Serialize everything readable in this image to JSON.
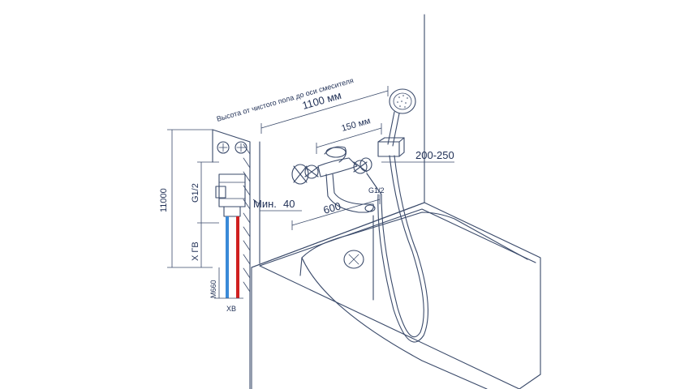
{
  "labels": {
    "height_caption": "Высота от чистого пола до оси смесителя",
    "height_value": "1100 мм",
    "spout_spacing": "150 мм",
    "holder_offset": "200-250",
    "side_height": "11000",
    "thread_left": "G1/2",
    "thread_right": "G1/2",
    "min_label": "Мин.",
    "min_value": "40",
    "spout_length": "600",
    "hot_water": "Х ГВ",
    "pipe_code": "М660",
    "cold_water": "ХВ"
  },
  "colors": {
    "line": "#3a4a6a",
    "text": "#1f2f55",
    "hot_pipe": "#d02020",
    "cold_pipe": "#3a8ad8"
  }
}
